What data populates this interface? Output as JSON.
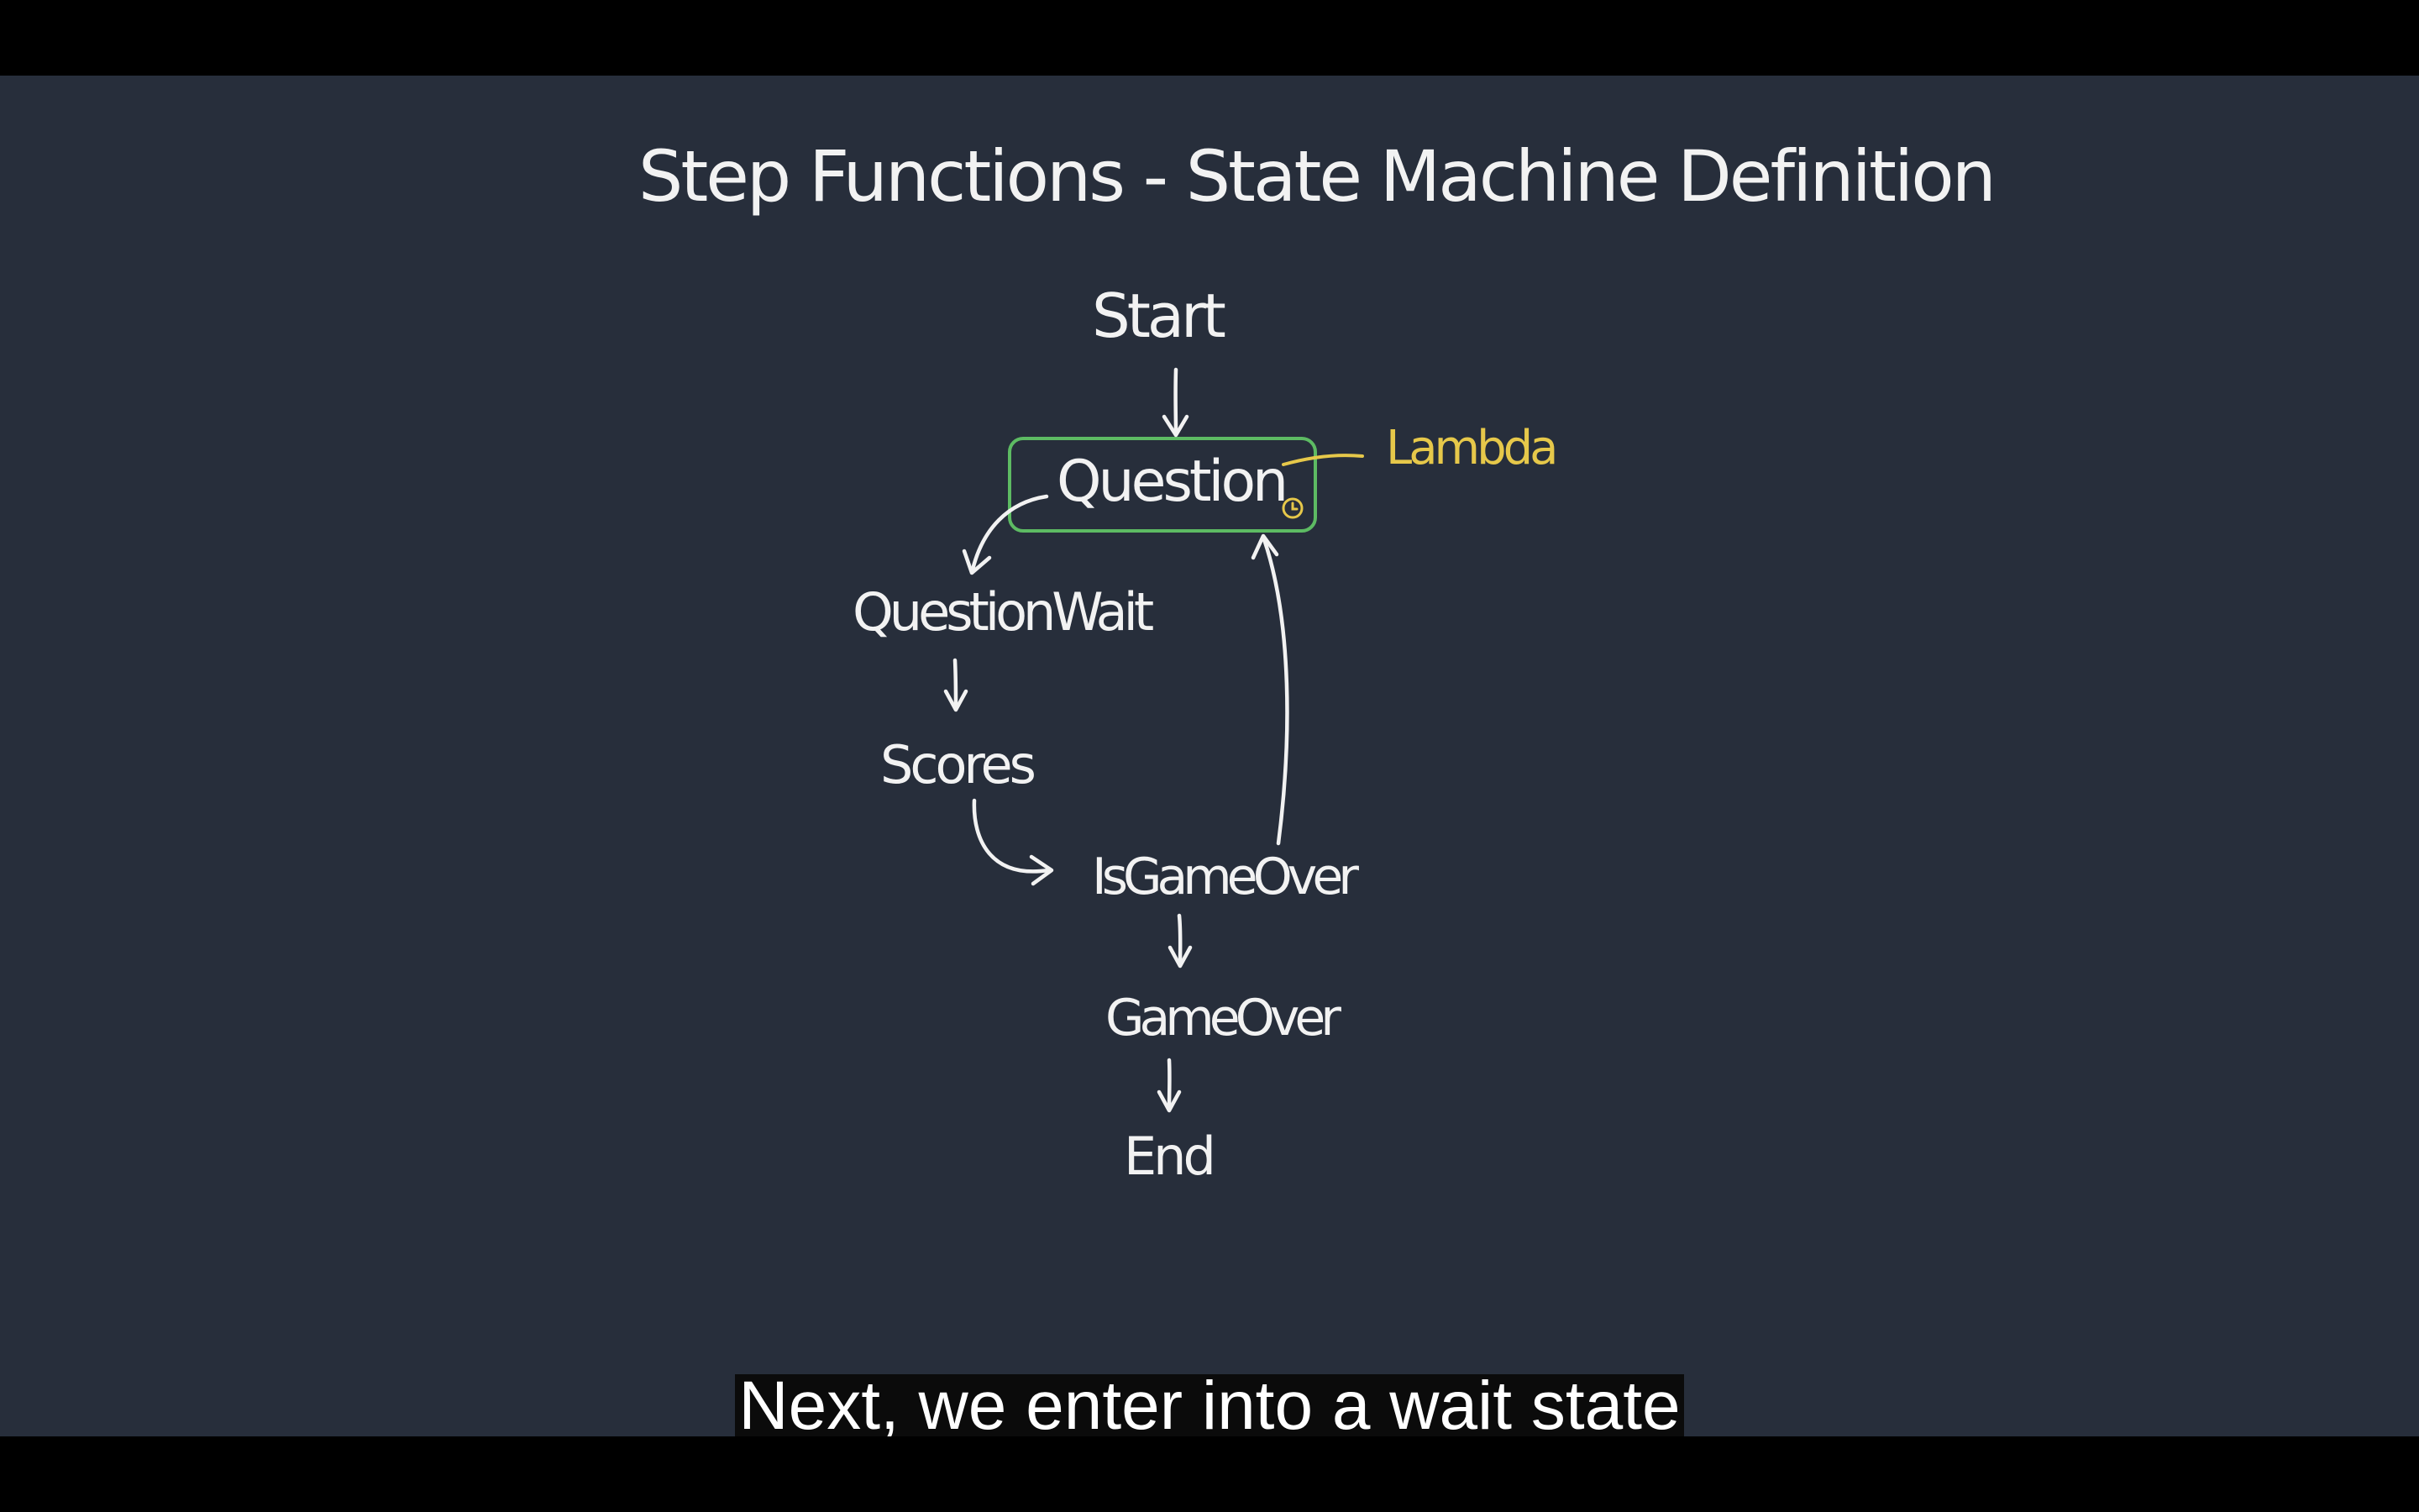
{
  "video": {
    "caption": "Next, we enter into a wait state"
  },
  "diagram": {
    "title": "Step Functions - State Machine Definition",
    "nodes": {
      "start": "Start",
      "question": "Question",
      "question_wait": "QuestionWait",
      "scores": "Scores",
      "is_game_over": "IsGameOver",
      "game_over": "GameOver",
      "end": "End"
    },
    "annotation": "Lambda",
    "colors": {
      "background": "#272e3b",
      "chalk": "#f2f2f2",
      "task_box_border": "#5dbb63",
      "annotation": "#e6c84a"
    },
    "icons": {
      "task_badge": "clock-icon"
    }
  }
}
